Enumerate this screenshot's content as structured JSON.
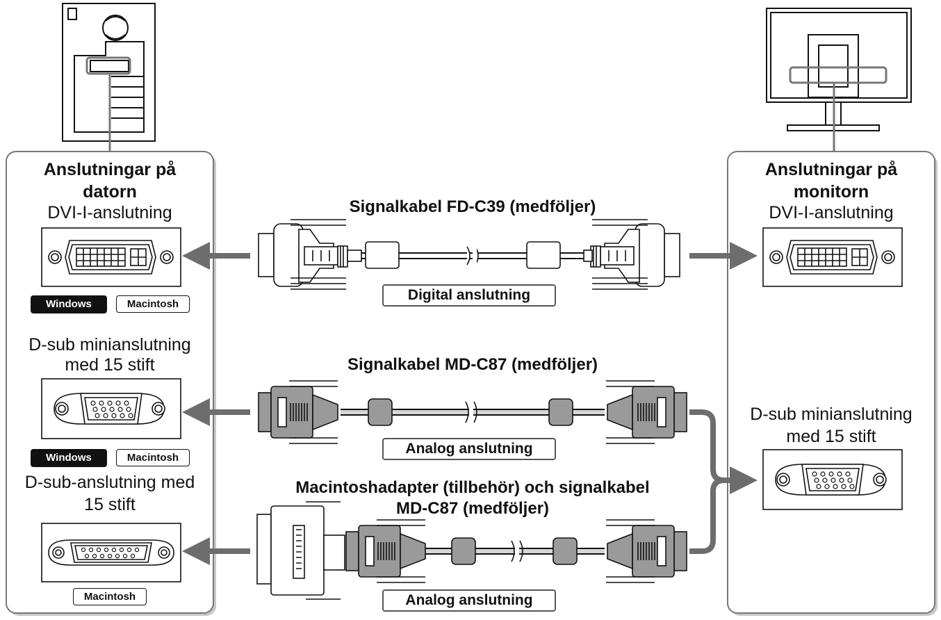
{
  "computer_panel": {
    "title_line1": "Anslutningar på",
    "title_line2": "datorn",
    "dvi_label": "DVI-I-anslutning",
    "dsub_mini_line1": "D-sub minianslutning",
    "dsub_mini_line2": "med 15 stift",
    "dsub_line1": "D-sub-anslutning med",
    "dsub_line2": "15 stift",
    "badges": {
      "windows": "Windows",
      "macintosh": "Macintosh"
    }
  },
  "monitor_panel": {
    "title_line1": "Anslutningar på",
    "title_line2": "monitorn",
    "dvi_label": "DVI-I-anslutning",
    "dsub_mini_line1": "D-sub minianslutning",
    "dsub_mini_line2": "med 15 stift"
  },
  "cables": {
    "digital_title": "Signalkabel FD-C39 (medföljer)",
    "digital_tag": "Digital anslutning",
    "analog_title": "Signalkabel MD-C87 (medföljer)",
    "analog_tag": "Analog anslutning",
    "mac_title_line1": "Macintoshadapter (tillbehör) och signalkabel",
    "mac_title_line2": "MD-C87 (medföljer)",
    "mac_tag": "Analog anslutning"
  },
  "colors": {
    "arrow": "#6d6d6d",
    "panel_border": "#777777",
    "cable_fill": "#d6d6d6",
    "plug_fill": "#9a9a9a"
  }
}
